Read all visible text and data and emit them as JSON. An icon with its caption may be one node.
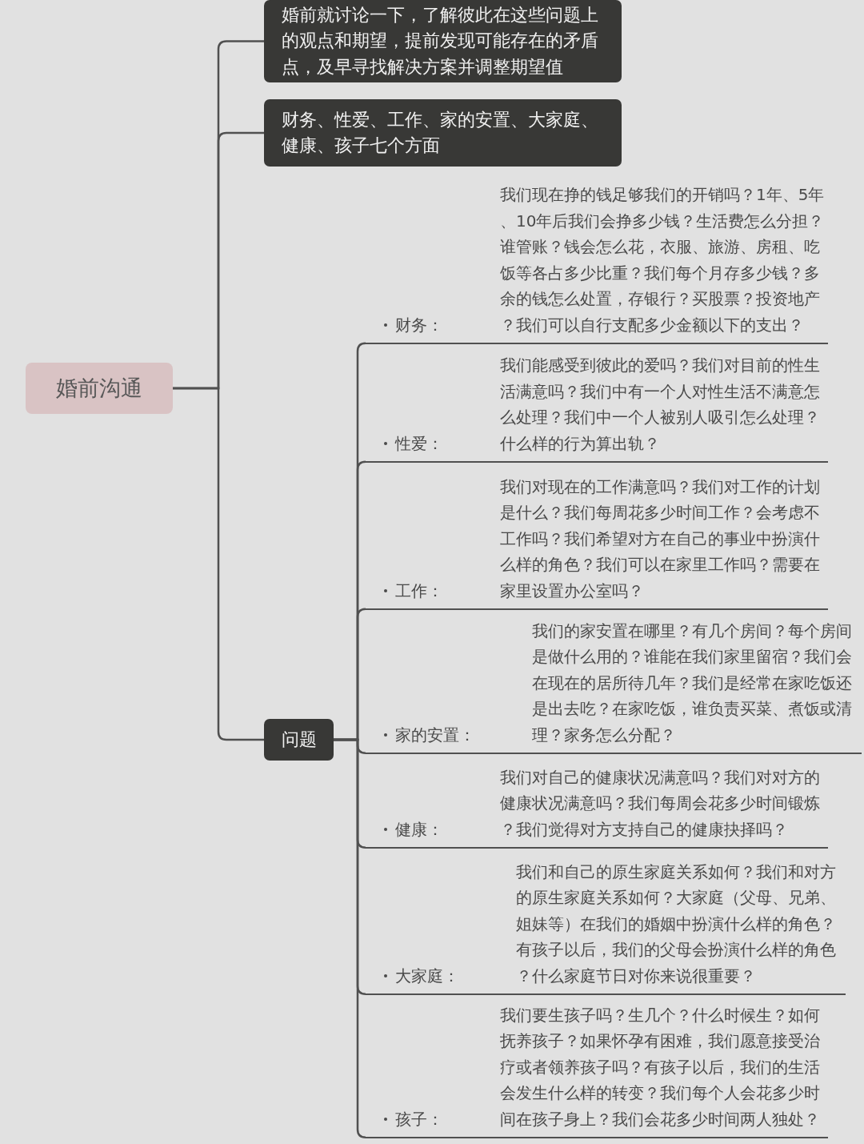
{
  "diagram": {
    "nodes": [
      {
        "text": [
          "婚前沟通"
        ]
      },
      {
        "text": [
          "婚前就讨论一下，了解彼此在这些问题上的观点和期望，提前发现可能存在的矛盾点，及早寻找解决方案并调整期望值"
        ]
      },
      {
        "text": [
          "财务、性爱、工作、家的安置、大家庭、健康、孩子七个方面"
        ]
      },
      {
        "text": [
          "问题"
        ]
      },
      {
        "text": [
          "财务：",
          "我们现在挣的钱足够我们的开销吗？1年、5年、10年后我们会挣多少钱？生活费怎么分担？谁管账？钱会怎么花，衣服、旅游、房租、吃饭等各占多少比重？我们每个月存多少钱？多余的钱怎么处置，存银行？买股票？投资地产？我们可以自行支配多少金额以下的支出？"
        ]
      },
      {
        "text": [
          "性爱：",
          "我们能感受到彼此的爱吗？我们对目前的性生活满意吗？我们中有一个人对性生活不满意怎么处理？我们中一个人被别人吸引怎么处理？什么样的行为算出轨？"
        ]
      },
      {
        "text": [
          "工作：",
          "我们对现在的工作满意吗？我们对工作的计划是什么？我们每周花多少时间工作？会考虑不工作吗？我们希望对方在自己的事业中扮演什么样的角色？我们可以在家里工作吗？需要在家里设置办公室吗？"
        ]
      },
      {
        "text": [
          "家的安置：",
          "我们的家安置在哪里？有几个房间？每个房间是做什么用的？谁能在我们家里留宿？我们会在现在的居所待几年？我们是经常在家吃饭还是出去吃？在家吃饭，谁负责买菜、煮饭或清理？家务怎么分配？"
        ]
      },
      {
        "text": [
          "健康：",
          "我们对自己的健康状况满意吗？我们对对方的健康状况满意吗？我们每周会花多少时间锻炼？我们觉得对方支持自己的健康抉择吗？"
        ]
      },
      {
        "text": [
          "大家庭：",
          "我们和自己的原生家庭关系如何？我们和对方的原生家庭关系如何？大家庭（父母、兄弟、姐妹等）在我们的婚姻中扮演什么样的角色？有孩子以后，我们的父母会扮演什么样的角色？什么家庭节日对你来说很重要？"
        ]
      },
      {
        "text": [
          "孩子：",
          "我们要生孩子吗？生几个？什么时候生？如何抚养孩子？如果怀孕有困难，我们愿意接受治疗或者领养孩子吗？有孩子以后，我们的生活会发生什么样的转变？我们每个人会花多少时间在孩子身上？我们会花多少时间两人独处？"
        ]
      }
    ],
    "edges": [
      {
        "from": 0,
        "to": 1,
        "arrow": "none"
      },
      {
        "from": 0,
        "to": 2,
        "arrow": "none"
      },
      {
        "from": 0,
        "to": 3,
        "arrow": "none"
      },
      {
        "from": 3,
        "to": 4,
        "arrow": "none"
      },
      {
        "from": 3,
        "to": 5,
        "arrow": "none"
      },
      {
        "from": 3,
        "to": 6,
        "arrow": "none"
      },
      {
        "from": 3,
        "to": 7,
        "arrow": "none"
      },
      {
        "from": 3,
        "to": 8,
        "arrow": "none"
      },
      {
        "from": 3,
        "to": 9,
        "arrow": "none"
      },
      {
        "from": 3,
        "to": 10,
        "arrow": "none"
      }
    ]
  }
}
